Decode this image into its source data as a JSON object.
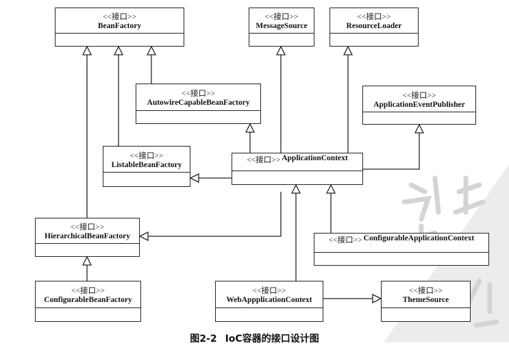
{
  "stereotype": "<<接口>>",
  "interfaces": {
    "bean_factory": "BeanFactory",
    "message_source": "MessageSource",
    "resource_loader": "ResourceLoader",
    "autowire_capable_bean_factory": "AutowireCapableBeanFactory",
    "application_event_publisher": "ApplicationEventPublisher",
    "listable_bean_factory": "ListableBeanFactory",
    "application_context": "ApplicationContext",
    "hierarchical_bean_factory": "HierarchicalBeanFactory",
    "configurable_application_context": "ConfigurableApplicationContext",
    "configurable_bean_factory": "ConfigurableBeanFactory",
    "web_application_context": "WebAppplicationContext",
    "theme_source": "ThemeSource"
  },
  "caption": {
    "figure_number": "图2-2",
    "title": "IoC容器的接口设计图"
  },
  "colors": {
    "line": "#222222",
    "watermark": "#d4d4d4"
  }
}
